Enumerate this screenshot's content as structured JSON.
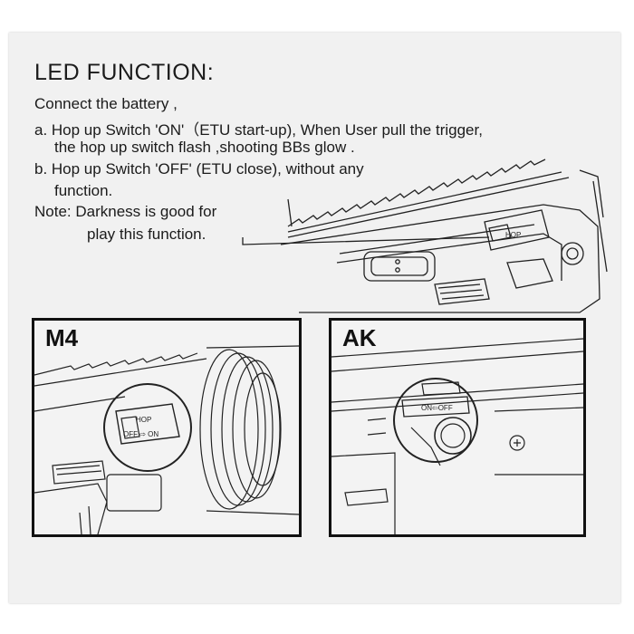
{
  "instructions": {
    "title": "LED FUNCTION:",
    "intro": "Connect the battery ,",
    "item_a_line1": "a. Hop up Switch 'ON'（ETU start-up),  When User pull the trigger,",
    "item_a_line2": "the hop up switch flash ,shooting BBs glow .",
    "item_b_line1": "b. Hop up Switch 'OFF' (ETU close), without any",
    "item_b_line2": "function.",
    "note_line1": "Note: Darkness is good for",
    "note_line2": "play this function."
  },
  "top_diagram": {
    "switch_label": "HOP"
  },
  "m4_panel": {
    "label": "M4",
    "switch_top": "HOP",
    "switch_bottom": "OFF ⇨ ON"
  },
  "ak_panel": {
    "label": "AK",
    "switch_text": "ON⇦OFF"
  }
}
